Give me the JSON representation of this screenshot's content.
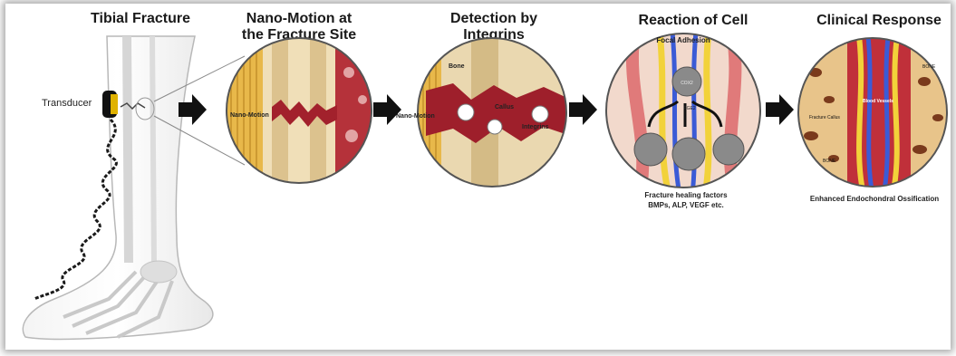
{
  "headings": {
    "tibial": "Tibial Fracture",
    "nano_line1": "Nano-Motion at",
    "nano_line2": "the Fracture Site",
    "detect_line1": "Detection by",
    "detect_line2": "Integrins",
    "reaction": "Reaction of Cell",
    "clinical": "Clinical Response"
  },
  "labels": {
    "transducer": "Transducer",
    "nano_motion_1": "Nano-Motion",
    "nano_motion_2": "Nano-Motion",
    "bone": "Bone",
    "callus": "Callus",
    "integrins": "Integrins",
    "focal_adhesion": "Focal Adhesion",
    "cox2": "COX2",
    "pge2": "PGE2",
    "factors_line1": "Fracture healing factors",
    "factors_line2": "BMPs, ALP, VEGF etc.",
    "fracture_callus": "Fracture Callus",
    "blood_vessels": "Blood Vessels",
    "bone_upper": "BONE",
    "bone_lower": "BONE",
    "enhanced": "Enhanced Endochondral Ossification"
  },
  "colors": {
    "bone_tan": "#e6cfa6",
    "marrow_red": "#b5323a",
    "vessel_blue": "#3b5bd6",
    "vessel_yellow": "#f2d23a",
    "cell_gray": "#8a8a8a"
  }
}
